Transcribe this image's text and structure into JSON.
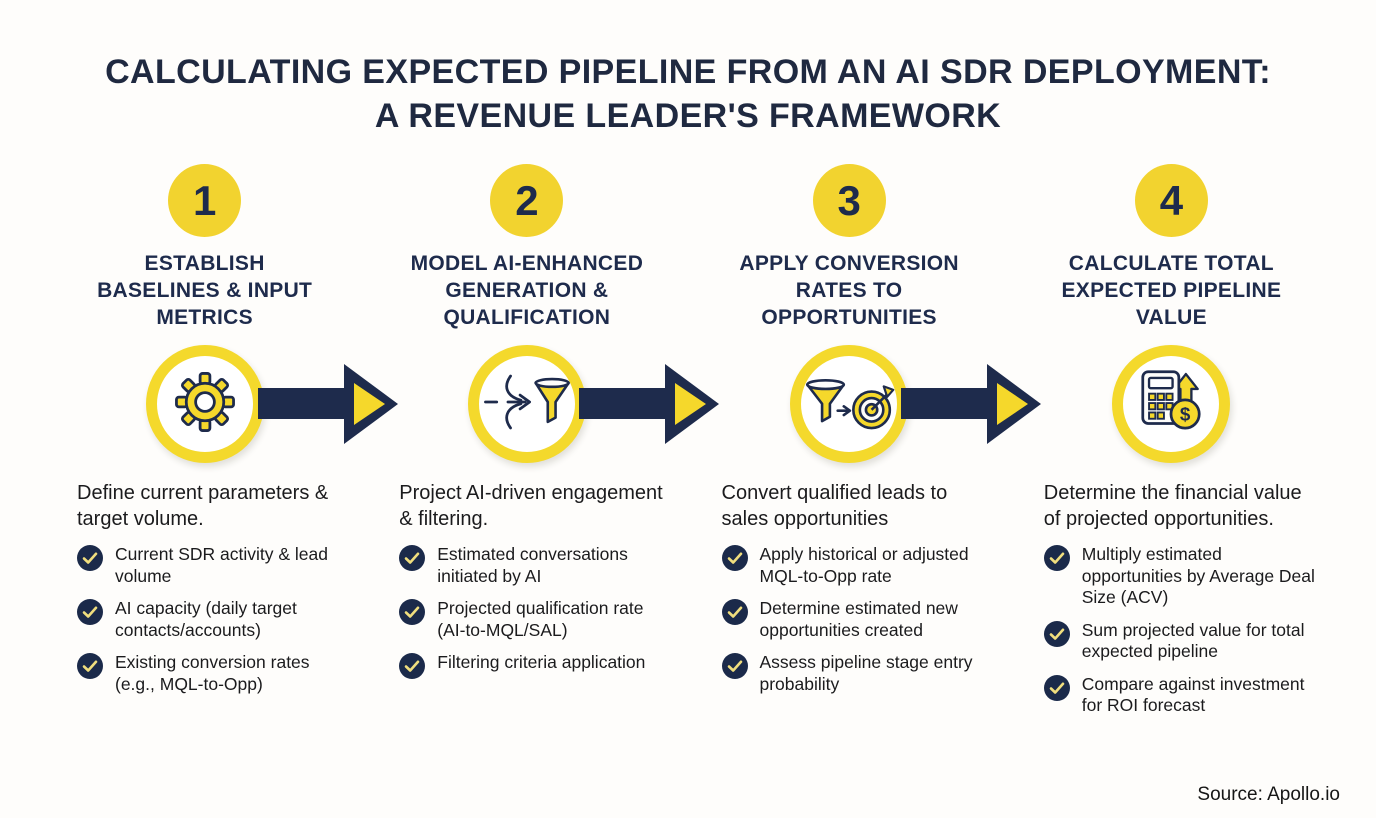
{
  "title": {
    "line1": "CALCULATING EXPECTED PIPELINE FROM AN AI SDR DEPLOYMENT:",
    "line2": "A REVENUE LEADER'S FRAMEWORK"
  },
  "source": "Source: Apollo.io",
  "colors": {
    "navy": "#1E2B4C",
    "badge_yellow": "#F2D32F",
    "ring_yellow": "#F4D92C",
    "icon_yellow": "#F5D82B",
    "check_mark_yellow": "#F0DE7E",
    "title_navy": "#1F2940",
    "body_text": "#1B1B1D",
    "background": "#FEFDFB"
  },
  "steps": [
    {
      "number": "1",
      "title": "ESTABLISH BASELINES & INPUT METRICS",
      "icon": "gear-icon",
      "description": "Define current parameters & target volume.",
      "bullets": [
        "Current SDR activity & lead volume",
        "AI capacity (daily target contacts/accounts)",
        "Existing conversion rates (e.g., MQL-to-Opp)"
      ]
    },
    {
      "number": "2",
      "title": "MODEL AI-ENHANCED GENERATION & QUALIFICATION",
      "icon": "funnel-merge-icon",
      "description": "Project AI-driven engagement & filtering.",
      "bullets": [
        "Estimated conversations initiated by AI",
        "Projected qualification rate (AI-to-MQL/SAL)",
        "Filtering criteria application"
      ]
    },
    {
      "number": "3",
      "title": "APPLY CONVERSION RATES TO OPPORTUNITIES",
      "icon": "funnel-to-target-icon",
      "description": "Convert qualified leads to sales opportunities",
      "bullets": [
        "Apply historical or adjusted MQL-to-Opp rate",
        "Determine estimated new opportunities created",
        "Assess pipeline stage entry probability"
      ]
    },
    {
      "number": "4",
      "title": "CALCULATE TOTAL EXPECTED PIPELINE VALUE",
      "icon": "calculator-growth-icon",
      "description": "Determine the financial value of projected opportunities.",
      "bullets": [
        "Multiply estimated opportunities by Average Deal Size (ACV)",
        "Sum projected value for total expected pipeline",
        "Compare against investment for ROI forecast"
      ]
    }
  ]
}
